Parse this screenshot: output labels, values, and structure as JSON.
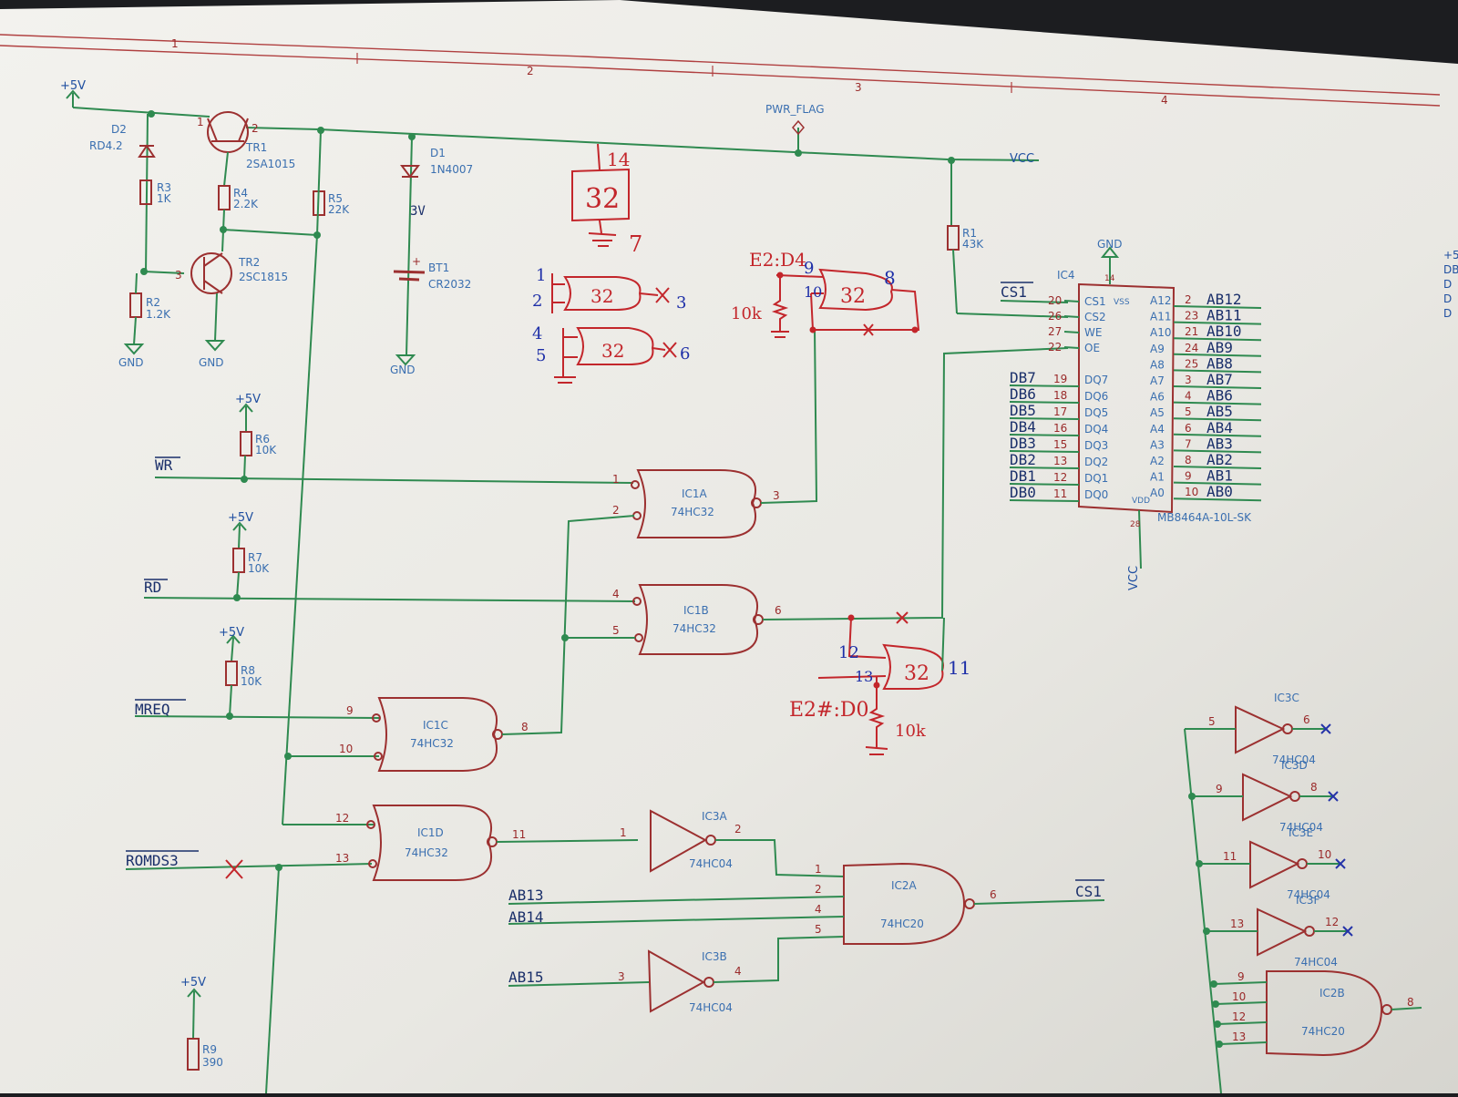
{
  "frame": {
    "columns": [
      "1",
      "2",
      "3",
      "4"
    ]
  },
  "power": {
    "vplus": "+5V",
    "vcc": "VCC",
    "gnd": "GND",
    "pwr_flag": "PWR_FLAG",
    "vbat": "3V"
  },
  "components": {
    "d2": {
      "ref": "D2",
      "value": "RD4.2"
    },
    "tr1": {
      "ref": "TR1",
      "value": "2SA1015"
    },
    "tr2": {
      "ref": "TR2",
      "value": "2SC1815"
    },
    "r3": {
      "ref": "R3",
      "value": "1K"
    },
    "r2": {
      "ref": "R2",
      "value": "1.2K"
    },
    "r4": {
      "ref": "R4",
      "value": "2.2K"
    },
    "r5": {
      "ref": "R5",
      "value": "22K"
    },
    "d1": {
      "ref": "D1",
      "value": "1N4007"
    },
    "bt1": {
      "ref": "BT1",
      "value": "CR2032"
    },
    "r1": {
      "ref": "R1",
      "value": "43K"
    },
    "r6": {
      "ref": "R6",
      "value": "10K"
    },
    "r7": {
      "ref": "R7",
      "value": "10K"
    },
    "r8": {
      "ref": "R8",
      "value": "10K"
    },
    "r9": {
      "ref": "R9",
      "value": "390"
    },
    "ic4": {
      "ref": "IC4",
      "value": "MB8464A-10L-SK"
    }
  },
  "gates": {
    "ic1a": {
      "ref": "IC1A",
      "type": "74HC32",
      "pins": [
        "1",
        "2",
        "3"
      ]
    },
    "ic1b": {
      "ref": "IC1B",
      "type": "74HC32",
      "pins": [
        "4",
        "5",
        "6"
      ]
    },
    "ic1c": {
      "ref": "IC1C",
      "type": "74HC32",
      "pins": [
        "9",
        "10",
        "8"
      ]
    },
    "ic1d": {
      "ref": "IC1D",
      "type": "74HC32",
      "pins": [
        "12",
        "13",
        "11"
      ]
    },
    "ic3a": {
      "ref": "IC3A",
      "type": "74HC04",
      "pins": [
        "1",
        "2"
      ]
    },
    "ic3b": {
      "ref": "IC3B",
      "type": "74HC04",
      "pins": [
        "3",
        "4"
      ]
    },
    "ic3c": {
      "ref": "IC3C",
      "type": "74HC04",
      "pins": [
        "5",
        "6"
      ]
    },
    "ic3d": {
      "ref": "IC3D",
      "type": "74HC04",
      "pins": [
        "9",
        "8"
      ]
    },
    "ic3e": {
      "ref": "IC3E",
      "type": "74HC04",
      "pins": [
        "11",
        "10"
      ]
    },
    "ic3f": {
      "ref": "IC3F",
      "type": "74HC04",
      "pins": [
        "13",
        "12"
      ]
    },
    "ic2a": {
      "ref": "IC2A",
      "type": "74HC20",
      "pins": [
        "1",
        "2",
        "4",
        "5",
        "6"
      ]
    },
    "ic2b": {
      "ref": "IC2B",
      "type": "74HC20",
      "pins": [
        "9",
        "10",
        "12",
        "13",
        "8"
      ]
    }
  },
  "signals": {
    "wr": "WR",
    "rd": "RD",
    "mreq": "MREQ",
    "romds3": "ROMDS3",
    "ab13": "AB13",
    "ab14": "AB14",
    "ab15": "AB15",
    "cs1_out": "CS1",
    "cs1_in": "CS1"
  },
  "ic4_pins": {
    "left_ctrl": [
      {
        "name": "CS1",
        "num": "20"
      },
      {
        "name": "CS2",
        "num": "26"
      },
      {
        "name": "WE",
        "num": "27"
      },
      {
        "name": "OE",
        "num": "22"
      }
    ],
    "top": [
      {
        "name": "VSS",
        "num": "14"
      }
    ],
    "bottom": [
      {
        "name": "VDD",
        "num": "28"
      }
    ],
    "data": [
      {
        "net": "DB7",
        "num": "19",
        "name": "DQ7"
      },
      {
        "net": "DB6",
        "num": "18",
        "name": "DQ6"
      },
      {
        "net": "DB5",
        "num": "17",
        "name": "DQ5"
      },
      {
        "net": "DB4",
        "num": "16",
        "name": "DQ4"
      },
      {
        "net": "DB3",
        "num": "15",
        "name": "DQ3"
      },
      {
        "net": "DB2",
        "num": "13",
        "name": "DQ2"
      },
      {
        "net": "DB1",
        "num": "12",
        "name": "DQ1"
      },
      {
        "net": "DB0",
        "num": "11",
        "name": "DQ0"
      }
    ],
    "address": [
      {
        "name": "A12",
        "num": "2",
        "net": "AB12"
      },
      {
        "name": "A11",
        "num": "23",
        "net": "AB11"
      },
      {
        "name": "A10",
        "num": "21",
        "net": "AB10"
      },
      {
        "name": "A9",
        "num": "24",
        "net": "AB9"
      },
      {
        "name": "A8",
        "num": "25",
        "net": "AB8"
      },
      {
        "name": "A7",
        "num": "3",
        "net": "AB7"
      },
      {
        "name": "A6",
        "num": "4",
        "net": "AB6"
      },
      {
        "name": "A5",
        "num": "5",
        "net": "AB5"
      },
      {
        "name": "A4",
        "num": "6",
        "net": "AB4"
      },
      {
        "name": "A3",
        "num": "7",
        "net": "AB3"
      },
      {
        "name": "A2",
        "num": "8",
        "net": "AB2"
      },
      {
        "name": "A1",
        "num": "9",
        "net": "AB1"
      },
      {
        "name": "A0",
        "num": "10",
        "net": "AB0"
      }
    ]
  },
  "handwritten": {
    "pkg_gate_label": "32",
    "pkg_pin_top": "14",
    "pkg_pin_bottom": "7",
    "note_top": "E2:D4",
    "note_bottom": "E2#:D0",
    "res_top": "10k",
    "res_bottom": "10k",
    "gateA_in1": "1",
    "gateA_in2": "2",
    "gateA_out": "3",
    "gateB_in1": "4",
    "gateB_in2": "5",
    "gateB_out": "6",
    "gateC_in1": "9",
    "gateC_in2": "10",
    "gateC_out": "8",
    "gateD_in1": "12",
    "gateD_in2": "13",
    "gateD_out": "11",
    "x_mark": "X"
  }
}
